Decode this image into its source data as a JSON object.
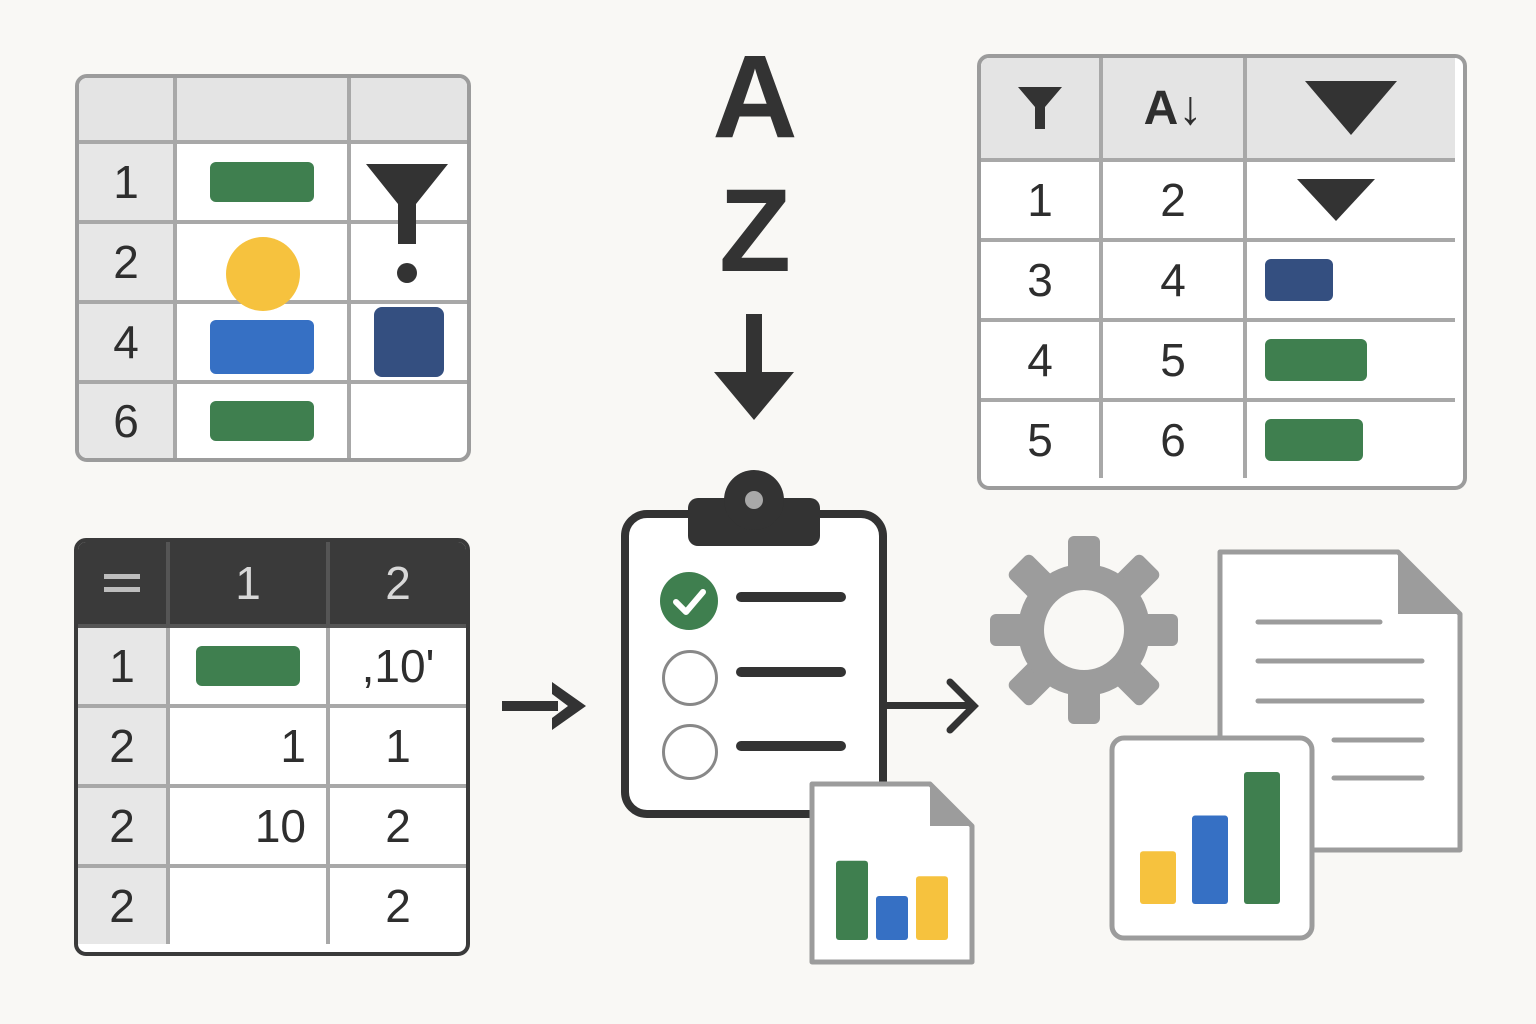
{
  "colors": {
    "green": "#3f7f4f",
    "blue": "#3670c4",
    "navy": "#344f80",
    "yellow": "#f6c23e",
    "dark": "#333333",
    "gray": "#9c9c9c"
  },
  "top_left_sheet": {
    "row_numbers": [
      "1",
      "2",
      "4",
      "6"
    ],
    "icons": [
      "filter-alert-icon",
      "yellow-circle",
      "green-bar",
      "blue-bar",
      "navy-square"
    ]
  },
  "sort_indicator": {
    "from_letter": "A",
    "to_letter": "Z",
    "icon": "arrow-down-icon"
  },
  "top_right_sheet": {
    "header_icons": [
      "filter-icon",
      "sort-az-icon",
      "dropdown-triangle-icon"
    ],
    "header_sort_label": "A↓",
    "rows": [
      {
        "a": "1",
        "b": "2",
        "c": "dropdown-triangle-icon"
      },
      {
        "a": "3",
        "b": "4",
        "c": "navy-bar"
      },
      {
        "a": "4",
        "b": "5",
        "c": "green-bar"
      },
      {
        "a": "5",
        "b": "6",
        "c": "green-bar"
      }
    ]
  },
  "bottom_left_sheet": {
    "header": {
      "menu_icon": "equals-icon",
      "col1": "1",
      "col2": "2"
    },
    "rows": [
      {
        "num": "1",
        "col1": "",
        "col2": ",10'"
      },
      {
        "num": "2",
        "col1": "1",
        "col2": "1"
      },
      {
        "num": "2",
        "col1": "10",
        "col2": "2"
      },
      {
        "num": "2",
        "col1": "",
        "col2": "2"
      }
    ]
  },
  "checklist": {
    "icon": "clipboard-icon",
    "items": [
      "checked",
      "unchecked",
      "unchecked"
    ]
  },
  "icons": [
    "arrow-right-icon",
    "gear-icon",
    "document-icon",
    "bar-chart-icon",
    "spreadsheet-chart-icon"
  ],
  "chart_data": [
    {
      "type": "bar",
      "categories": [
        "",
        "",
        ""
      ],
      "values": [
        0.72,
        0.4,
        0.58
      ]
    },
    {
      "type": "bar",
      "categories": [
        "",
        "",
        ""
      ],
      "values": [
        0.4,
        0.67,
        1.0
      ]
    }
  ]
}
